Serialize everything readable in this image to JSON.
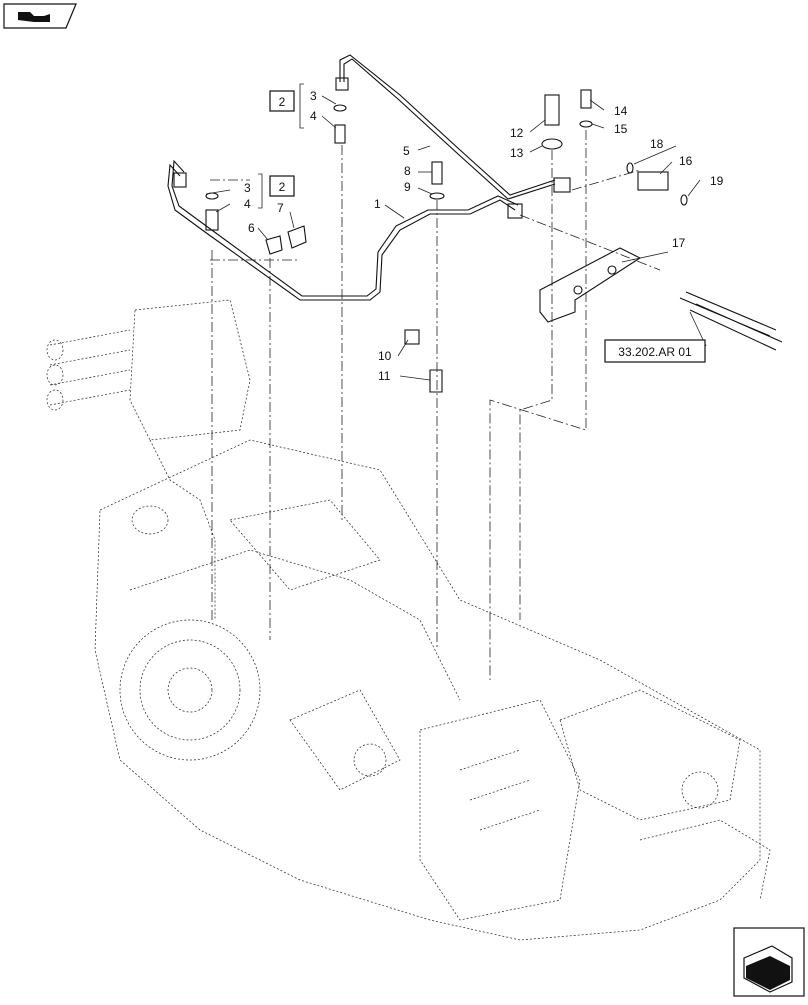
{
  "header_icon": "book-open-icon",
  "footer_icon": "next-page-arrow-icon",
  "callouts": {
    "c1": "1",
    "c2": "2",
    "c2b": "2",
    "c3a": "3",
    "c3b": "3",
    "c4a": "4",
    "c4b": "4",
    "c5": "5",
    "c6": "6",
    "c7": "7",
    "c8": "8",
    "c9": "9",
    "c10": "10",
    "c11": "11",
    "c12": "12",
    "c13": "13",
    "c14": "14",
    "c15": "15",
    "c16": "16",
    "c17": "17",
    "c18": "18",
    "c19": "19"
  },
  "reference": "33.202.AR 01"
}
